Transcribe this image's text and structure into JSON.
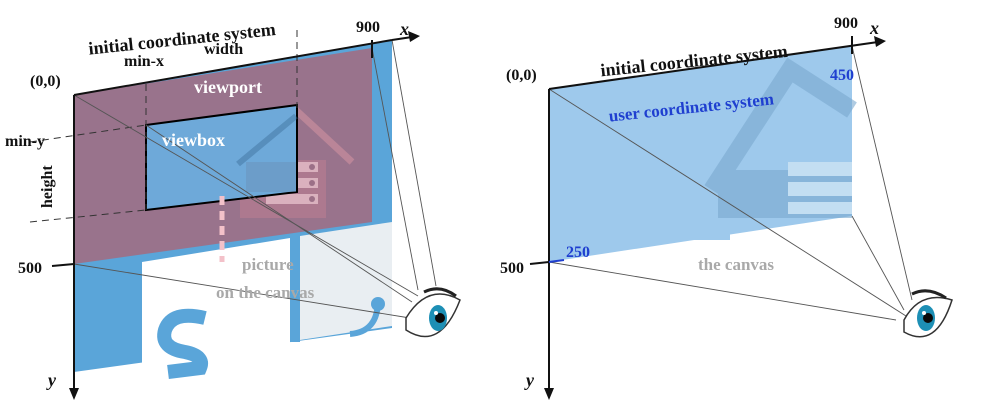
{
  "left_panel": {
    "title": "initial coordinate system",
    "origin": "(0,0)",
    "x_max": "900",
    "y_max": "500",
    "x_axis": "x",
    "y_axis": "y",
    "min_x": "min-x",
    "min_y": "min-y",
    "width": "width",
    "height": "height",
    "viewport": "viewport",
    "viewbox": "viewbox",
    "picture_line1": "picture",
    "picture_line2": "on the canvas"
  },
  "right_panel": {
    "title": "initial coordinate system",
    "origin": "(0,0)",
    "x_max": "900",
    "y_max": "500",
    "x_axis": "x",
    "y_axis": "y",
    "user_coords": "user coordinate system",
    "user_x_max": "450",
    "user_y_max": "250",
    "canvas": "the canvas"
  },
  "colors": {
    "canvas_blue": "#5aa5d9",
    "viewport_purple": "#9e6f86",
    "viewbox_blue": "#6ea9d9",
    "user_plane_blue": "#9ec9ec",
    "user_text_blue": "#1f3fd0",
    "icon_pink": "#e6a9b4"
  }
}
